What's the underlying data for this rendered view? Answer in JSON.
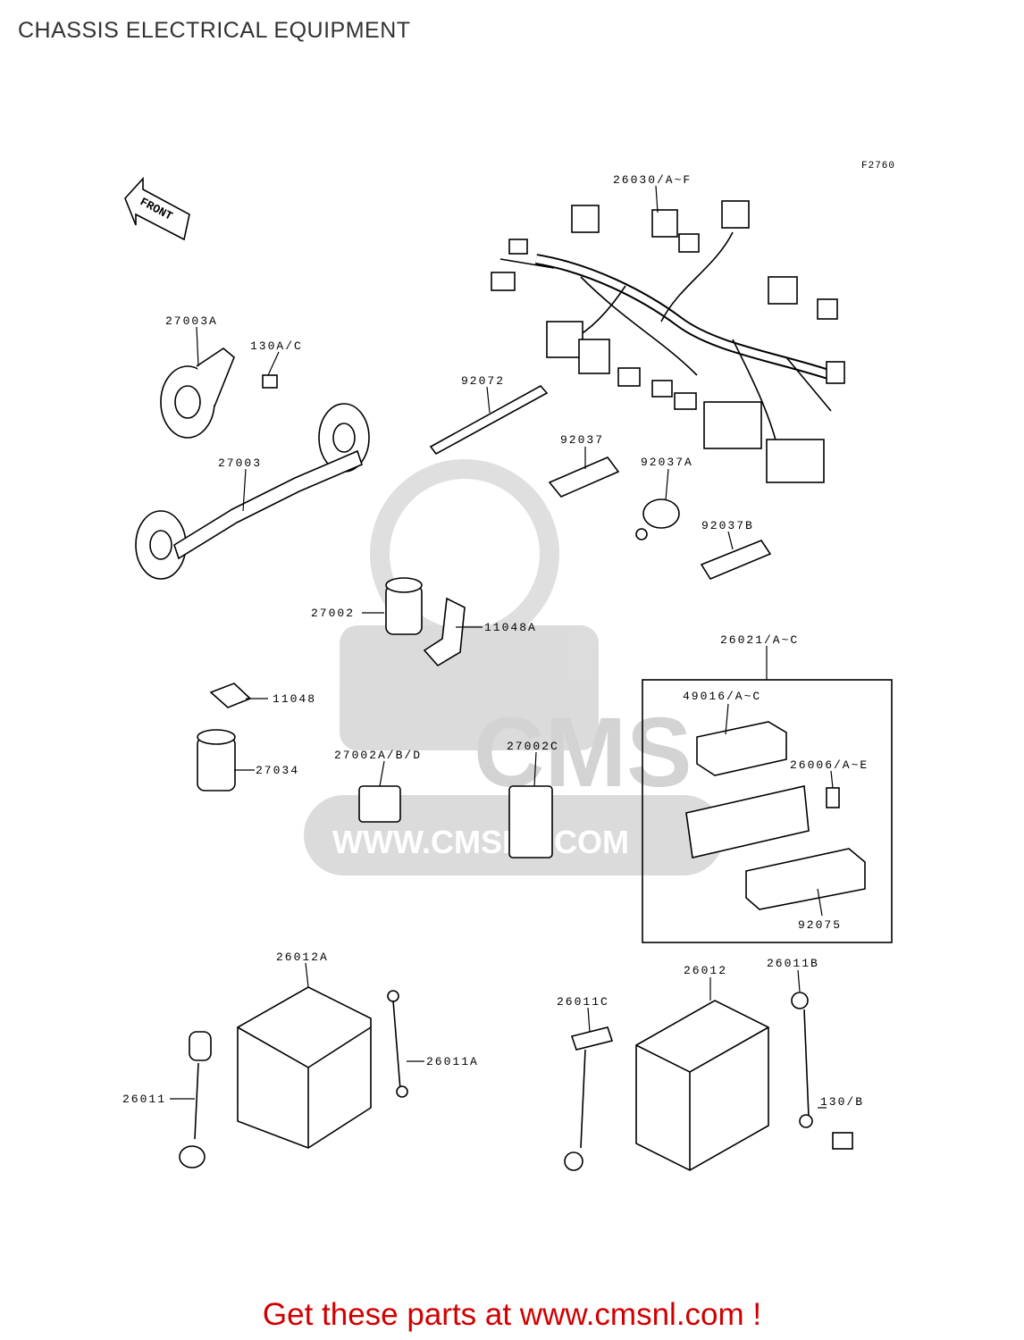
{
  "page": {
    "title": "CHASSIS ELECTRICAL EQUIPMENT",
    "figure_ref": "F2760",
    "footer": "Get these parts at www.cmsnl.com !"
  },
  "diagram": {
    "front_arrow_label": "FRONT",
    "watermark_text": "CMS",
    "watermark_url": "WWW.CMSNL.COM",
    "part_labels": {
      "harness": "26030/A~F",
      "horn_a": "27003A",
      "bolt_horn": "130A/C",
      "horn_pair": "27003",
      "band": "92072",
      "clamp_1": "92037",
      "clamp_2": "92037A",
      "clamp_3": "92037B",
      "relay_main": "27002",
      "bracket_a": "11048A",
      "bracket": "11048",
      "relay_round": "27034",
      "relay_abd": "27002A/B/D",
      "relay_c": "27002C",
      "fuse_box": "26021/A~C",
      "fuse_cover": "49016/A~C",
      "fuse": "26006/A~E",
      "fuse_lid": "92075",
      "battery_a": "26012A",
      "cable_a": "26011A",
      "cable": "26011",
      "battery": "26012",
      "cable_b": "26011B",
      "cable_c": "26011C",
      "bolt_battery": "130/B"
    }
  }
}
